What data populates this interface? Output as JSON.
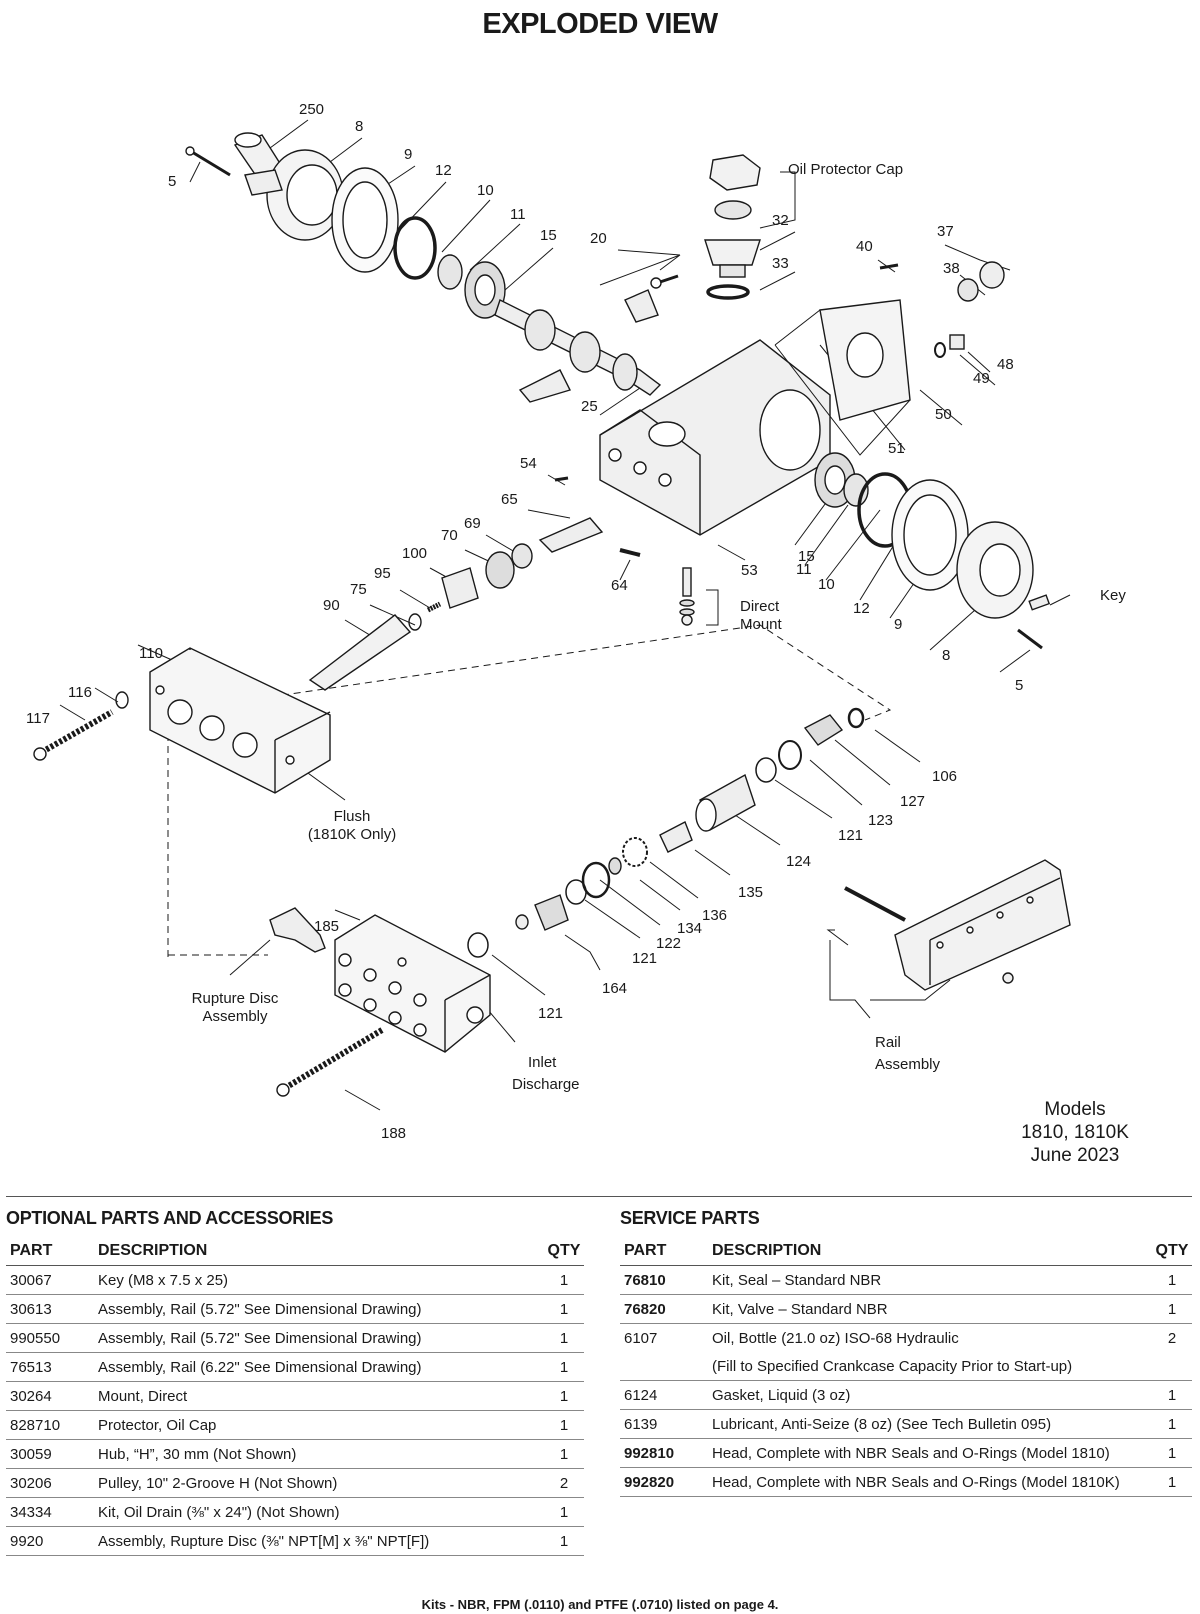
{
  "page": {
    "title": "EXPLODED VIEW",
    "footer": "Kits - NBR, FPM (.0110) and PTFE (.0710) listed on page 4."
  },
  "callouts": {
    "n250": "250",
    "n8a": "8",
    "n9a": "9",
    "n12a": "12",
    "n10a": "10",
    "n11a": "11",
    "n15a": "15",
    "n5a": "5",
    "n20": "20",
    "n25": "25",
    "n32": "32",
    "n33": "33",
    "n40": "40",
    "n37": "37",
    "n38": "38",
    "n48": "48",
    "n49": "49",
    "n50": "50",
    "n51": "51",
    "n54": "54",
    "n65": "65",
    "n69": "69",
    "n70": "70",
    "n100": "100",
    "n95": "95",
    "n75": "75",
    "n90": "90",
    "n64": "64",
    "n53": "53",
    "n15b": "15",
    "n11b": "11",
    "n10b": "10",
    "n12b": "12",
    "n9b": "9",
    "n8b": "8",
    "n5b": "5",
    "n110": "110",
    "n116": "116",
    "n117": "117",
    "n106": "106",
    "n127": "127",
    "n123": "123",
    "n121a": "121",
    "n124": "124",
    "n135": "135",
    "n136": "136",
    "n134": "134",
    "n122": "122",
    "n121b": "121",
    "n164": "164",
    "n121c": "121",
    "n185": "185",
    "n188": "188"
  },
  "labels": {
    "oil_protector_cap": "Oil Protector Cap",
    "direct_mount_1": "Direct",
    "direct_mount_2": "Mount",
    "key": "Key",
    "flush_1": "Flush",
    "flush_2": "(1810K Only)",
    "rupture_1": "Rupture Disc",
    "rupture_2": "Assembly",
    "inlet": "Inlet",
    "discharge": "Discharge",
    "rail_1": "Rail",
    "rail_2": "Assembly"
  },
  "models": {
    "line1": "Models",
    "line2": "1810, 1810K",
    "line3": "June 2023"
  },
  "optional_parts": {
    "heading": "OPTIONAL PARTS AND ACCESSORIES",
    "col_part": "PART",
    "col_desc": "DESCRIPTION",
    "col_qty": "QTY",
    "rows": [
      {
        "part": "30067",
        "desc": "Key (M8 x 7.5 x 25)",
        "qty": "1"
      },
      {
        "part": "30613",
        "desc": "Assembly, Rail (5.72\" See Dimensional Drawing)",
        "qty": "1"
      },
      {
        "part": "990550",
        "desc": "Assembly, Rail (5.72\" See Dimensional Drawing)",
        "qty": "1"
      },
      {
        "part": "76513",
        "desc": "Assembly, Rail (6.22\" See Dimensional Drawing)",
        "qty": "1"
      },
      {
        "part": "30264",
        "desc": "Mount, Direct",
        "qty": "1"
      },
      {
        "part": "828710",
        "desc": "Protector, Oil Cap",
        "qty": "1"
      },
      {
        "part": "30059",
        "desc": "Hub, “H”, 30 mm (Not Shown)",
        "qty": "1"
      },
      {
        "part": "30206",
        "desc": "Pulley, 10\" 2-Groove H (Not Shown)",
        "qty": "2"
      },
      {
        "part": "34334",
        "desc": "Kit, Oil Drain (⅜\" x 24\") (Not Shown)",
        "qty": "1"
      },
      {
        "part": "9920",
        "desc": "Assembly, Rupture Disc (⅜\" NPT[M] x ⅜\" NPT[F])",
        "qty": "1"
      }
    ]
  },
  "service_parts": {
    "heading": "SERVICE PARTS",
    "col_part": "PART",
    "col_desc": "DESCRIPTION",
    "col_qty": "QTY",
    "rows": [
      {
        "part": "76810",
        "desc": "Kit, Seal – Standard NBR",
        "qty": "1"
      },
      {
        "part": "76820",
        "desc": "Kit, Valve – Standard NBR",
        "qty": "1"
      },
      {
        "part": "6107",
        "desc": "Oil, Bottle (21.0 oz) ISO-68 Hydraulic",
        "qty": "2"
      },
      {
        "part": "",
        "desc": "(Fill to Specified Crankcase Capacity Prior to Start-up)",
        "qty": ""
      },
      {
        "part": "6124",
        "desc": "Gasket, Liquid (3 oz)",
        "qty": "1"
      },
      {
        "part": "6139",
        "desc": "Lubricant, Anti-Seize (8 oz) (See Tech Bulletin 095)",
        "qty": "1"
      },
      {
        "part": "992810",
        "desc": "Head, Complete with NBR Seals and O-Rings (Model 1810)",
        "qty": "1"
      },
      {
        "part": "992820",
        "desc": "Head, Complete with NBR Seals and O-Rings (Model 1810K)",
        "qty": "1"
      }
    ]
  }
}
